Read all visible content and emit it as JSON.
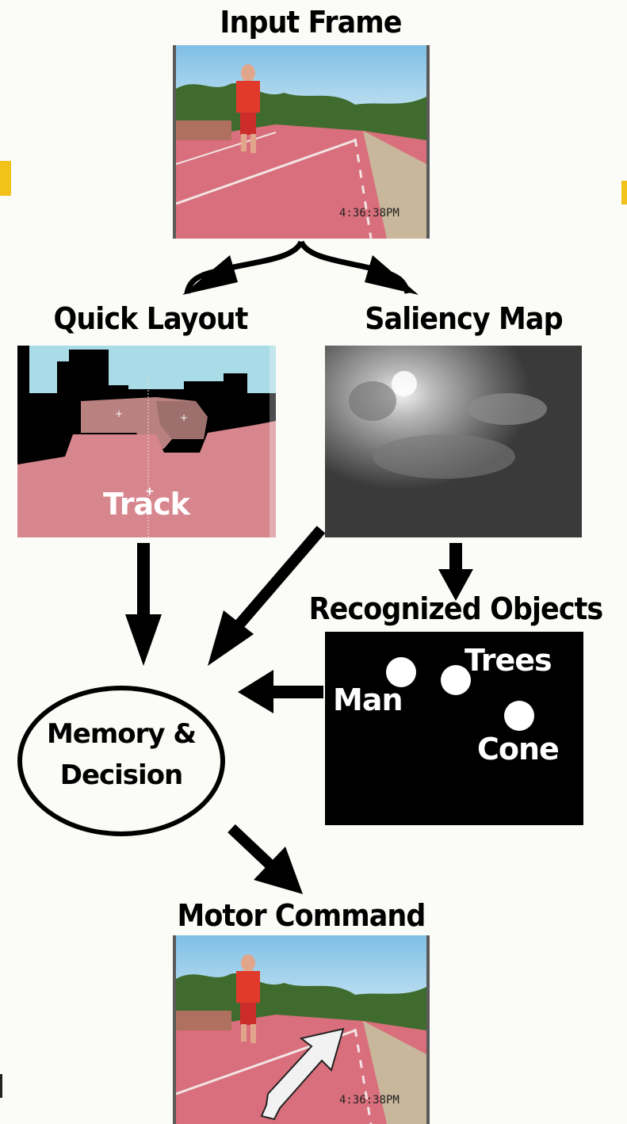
{
  "titles": {
    "input": "Input Frame",
    "layout": "Quick Layout",
    "saliency": "Saliency Map",
    "objects": "Recognized Objects",
    "motor": "Motor Command"
  },
  "frames": {
    "timestamp": "4:36:38PM"
  },
  "layout_panel": {
    "region_label": "Track",
    "colors": {
      "sky": "#a9dce6",
      "track": "#d7868e",
      "trees": "#b98180",
      "obstacle": "#000000"
    }
  },
  "objects_panel": {
    "labels": [
      "Man",
      "Trees",
      "Cone"
    ]
  },
  "decision": {
    "line1": "Memory &",
    "line2": "Decision"
  },
  "colors": {
    "background": "#fbfbf7",
    "edge_marks": "#f2c21a"
  }
}
